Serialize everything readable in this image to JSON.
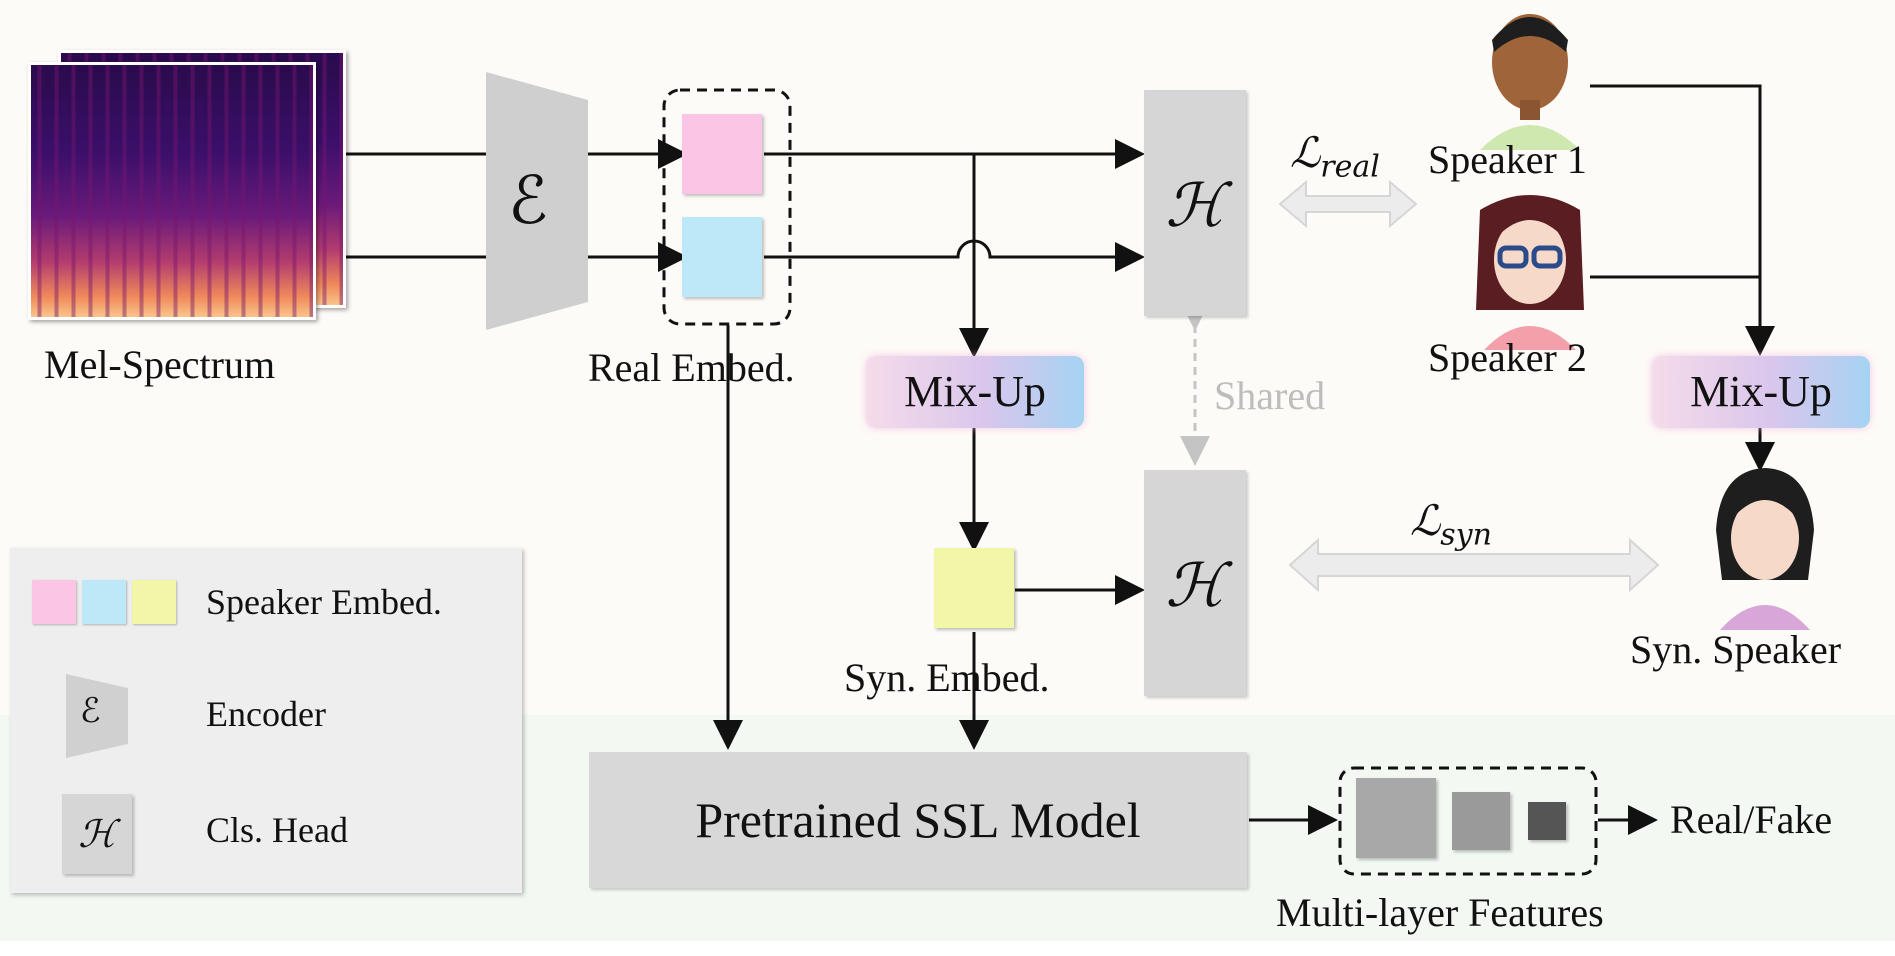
{
  "input": {
    "label": "Mel-Spectrum"
  },
  "encoder": {
    "symbol": "ℰ"
  },
  "real_embed": {
    "label": "Real Embed."
  },
  "head": {
    "symbol": "ℋ"
  },
  "losses": {
    "real": "ℒreal",
    "real_main": "ℒ",
    "real_sub": "real",
    "syn_main": "ℒ",
    "syn_sub": "syn"
  },
  "speakers": {
    "s1": "Speaker 1",
    "s2": "Speaker 2",
    "syn": "Syn. Speaker"
  },
  "mixup": {
    "label": "Mix-Up"
  },
  "shared": {
    "label": "Shared"
  },
  "syn_embed": {
    "label": "Syn. Embed."
  },
  "ssl": {
    "label": "Pretrained SSL Model"
  },
  "features": {
    "label": "Multi-layer Features"
  },
  "output": {
    "label": "Real/Fake"
  },
  "legend": {
    "speaker_embed": "Speaker Embed.",
    "encoder": "Encoder",
    "cls_head": "Cls. Head",
    "encoder_symbol": "ℰ",
    "head_symbol": "ℋ"
  },
  "colors": {
    "pink": "#fbc5e6",
    "blue": "#bde8f8",
    "yellow": "#f2f6a8",
    "box_gray": "#d6d6d6",
    "feature_light": "#a8a8a8",
    "feature_mid": "#9a9a9a",
    "feature_dark": "#555555"
  }
}
